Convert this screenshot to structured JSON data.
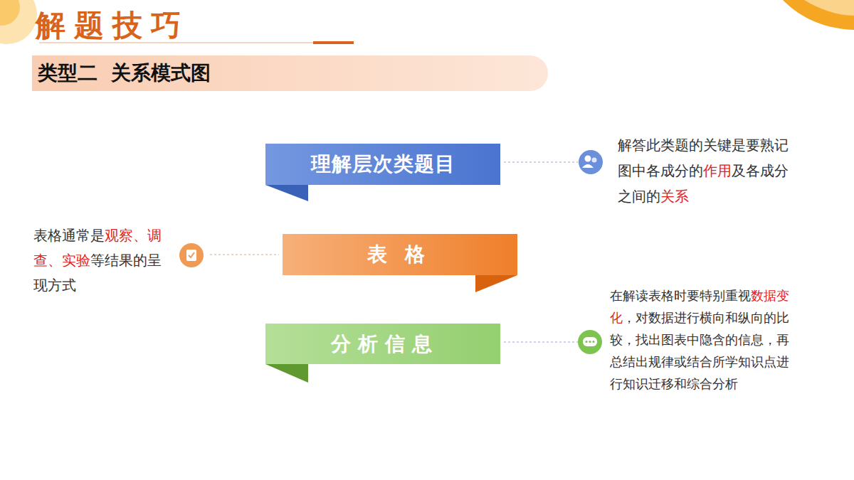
{
  "diagram": {
    "title": "解题技巧",
    "nodes": [
      {
        "text": [
          "类型二  关系模式图"
        ]
      },
      {
        "text": [
          "理解层次类题目"
        ]
      },
      {
        "text": [
          "表格"
        ]
      },
      {
        "text": [
          "分析信息"
        ]
      }
    ],
    "labels": [
      "解答此类题的关键是要熟记图中各成分的",
      "作用",
      "及各成分之间的",
      "关系",
      "表格通常是",
      "观察、调查、实验",
      "等结果的呈现方式",
      "在解读表格时要特别重视",
      "数据变化",
      "，对数据进行横向和纵向的比较，找出图表中隐含的信息，再总结出规律或结合所学知识点进行知识迁移和综合分析"
    ]
  }
}
